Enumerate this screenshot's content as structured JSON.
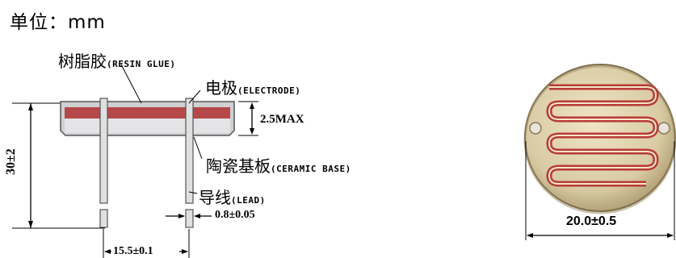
{
  "unit_label": "单位：mm",
  "labels": {
    "resin": {
      "cn": "树脂胶",
      "en": "(RESIN GLUE)"
    },
    "electrode": {
      "cn": "电极",
      "en": "(ELECTRODE)"
    },
    "ceramic": {
      "cn": "陶瓷基板",
      "en": "(CERAMIC BASE)"
    },
    "lead": {
      "cn": "导线",
      "en": "(LEAD)"
    }
  },
  "dimensions": {
    "height_max": "2.5MAX",
    "length": "30±2",
    "lead_dia": "0.8±0.05",
    "lead_pitch": "15.5±0.1",
    "diameter": "20.0±0.5"
  },
  "colors": {
    "resin_red": "#b54848",
    "body_gray": "#cfd0d2",
    "disc_tan": "#d8cba4",
    "trace_red": "#b93a36"
  }
}
